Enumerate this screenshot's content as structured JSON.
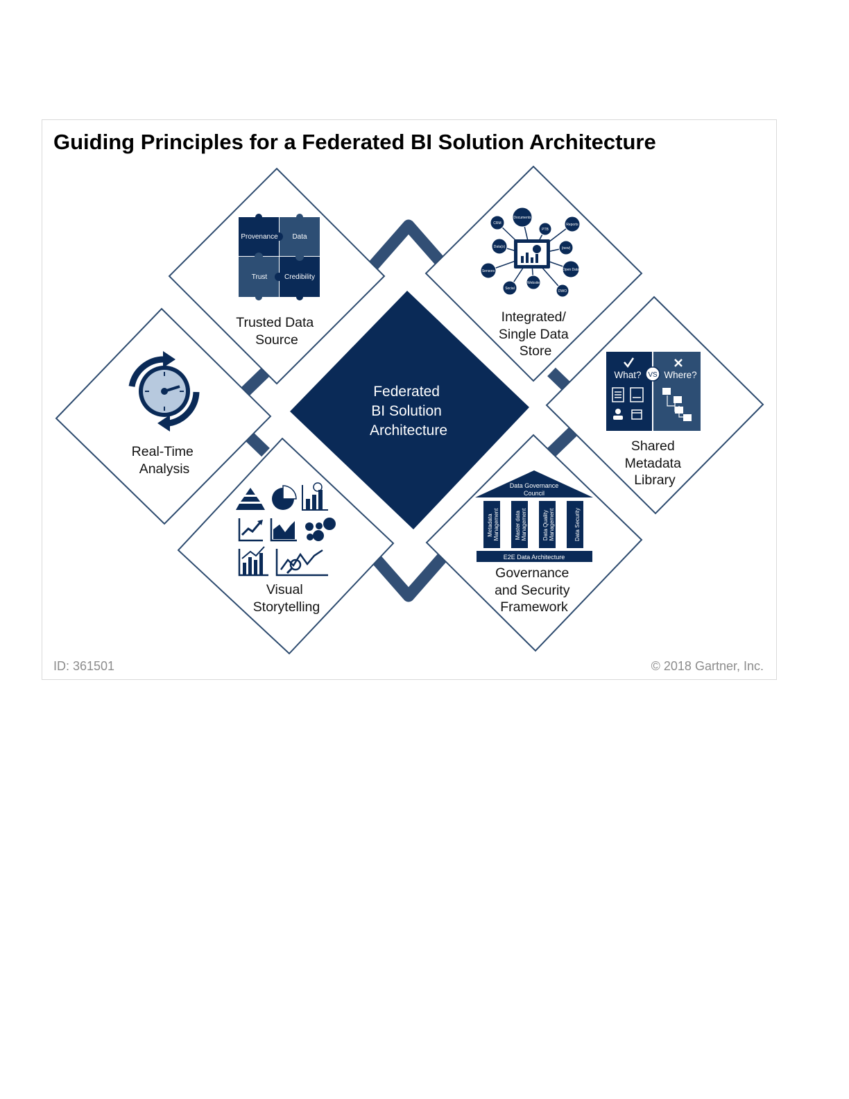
{
  "title": "Guiding Principles for a Federated BI Solution Architecture",
  "center": {
    "lines": [
      "Federated",
      "BI Solution",
      "Architecture"
    ]
  },
  "nodes": {
    "trusted": {
      "lines": [
        "Trusted Data",
        "Source"
      ],
      "icon": "puzzle-icon",
      "puzzle": [
        "Provenance",
        "Data",
        "Trust",
        "Credibility"
      ]
    },
    "integrated": {
      "lines": [
        "Integrated/",
        "Single Data",
        "Store"
      ],
      "icon": "data-hub-icon",
      "hub_nodes": [
        "CRM",
        "Documents",
        "PTB",
        "Reports",
        "Data(x)",
        "(new)",
        "Sensors",
        "Open Data",
        "Social",
        "Website",
        "DWO"
      ]
    },
    "metadata": {
      "lines": [
        "Shared",
        "Metadata",
        "Library"
      ],
      "icon": "metadata-icon",
      "what": "What?",
      "vs": "VS",
      "where": "Where?"
    },
    "realtime": {
      "lines": [
        "Real-Time",
        "Analysis"
      ],
      "icon": "stopwatch-refresh-icon"
    },
    "visual": {
      "lines": [
        "Visual",
        "Storytelling"
      ],
      "icon": "charts-icon"
    },
    "governance": {
      "lines": [
        "Governance",
        "and Security",
        "Framework"
      ],
      "icon": "governance-temple-icon",
      "roof": [
        "Data Governance",
        "Council"
      ],
      "pillars": [
        [
          "Metadata",
          "Management"
        ],
        [
          "Master data",
          "Management"
        ],
        [
          "Data Quality",
          "Management"
        ],
        [
          "Data Security"
        ]
      ],
      "base": "E2E Data Architecture"
    }
  },
  "footer": {
    "id": "ID: 361501",
    "copyright": "© 2018 Gartner, Inc."
  },
  "colors": {
    "navy": "#0a2a57",
    "slate": "#2d4e74",
    "connector": "#324f75",
    "outline": "#2c4a6e"
  }
}
